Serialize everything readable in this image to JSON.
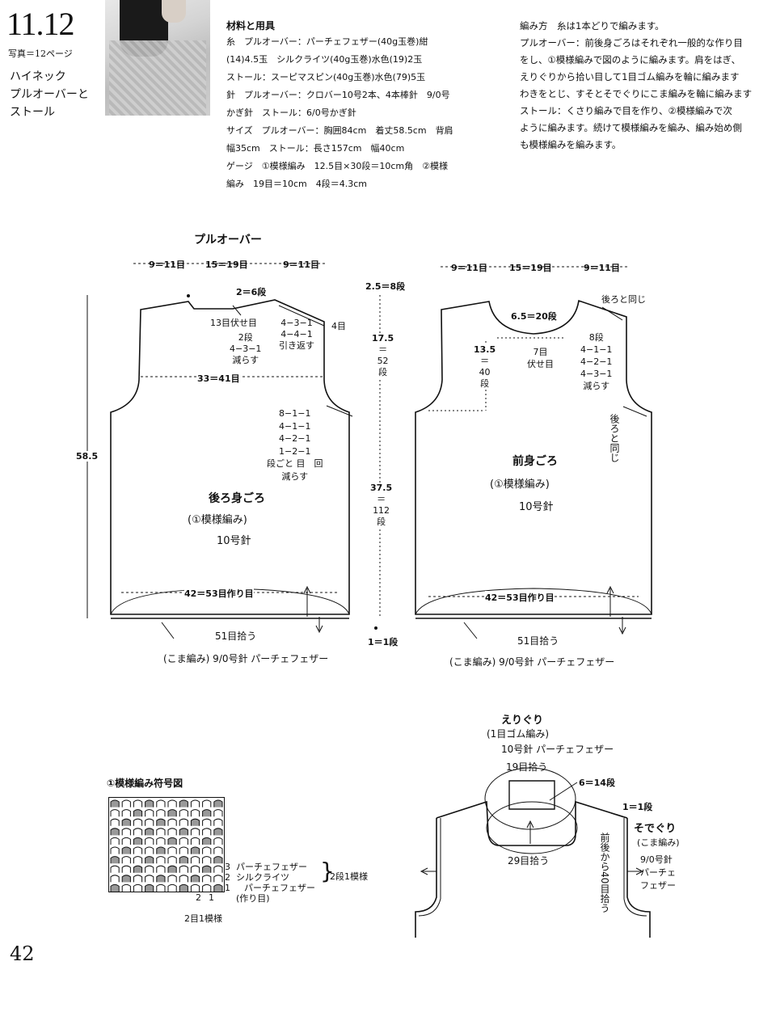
{
  "header": {
    "number": "11.12",
    "photo_ref": "写真＝12ページ",
    "title_lines": [
      "ハイネック",
      "プルオーバーと",
      "ストール"
    ]
  },
  "materials": {
    "heading": "材料と用具",
    "lines": [
      "糸　プルオーバー：パーチェフェザー(40g玉巻)紺",
      "(14)4.5玉　シルクライツ(40g玉巻)水色(19)2玉",
      "ストール：スーピマスピン(40g玉巻)水色(79)5玉",
      "針　プルオーバー：クロバー10号2本、4本棒針　9/0号",
      "かぎ針　ストール：6/0号かぎ針",
      "サイズ　プルオーバー：胸囲84cm　着丈58.5cm　背肩",
      "幅35cm　ストール：長さ157cm　幅40cm",
      "ゲージ　①模様編み　12.5目×30段＝10cm角　②模様",
      "編み　19目＝10cm　4段＝4.3cm"
    ]
  },
  "method": {
    "lines": [
      "編み方　糸は1本どりで編みます。",
      "プルオーバー：前後身ごろはそれぞれ一般的な作り目",
      "をし、①模様編みで図のように編みます。肩をはぎ、",
      "えりぐりから拾い目して1目ゴム編みを輪に編みます",
      "わきをとじ、すそとそでぐりにこま編みを輪に編みます",
      "ストール：くさり編みで目を作り、②模様編みで次",
      "ように編みます。続けて模様編みを編み、編み始め側",
      "も模様編みを編みます。"
    ]
  },
  "diagram_title": "プルオーバー",
  "back": {
    "top_dims": [
      "9＝11目",
      "15＝19目",
      "9＝11目"
    ],
    "neck_depth": "2＝6段",
    "bind_off": "13目伏せ目",
    "dec_left": [
      "2段",
      "4−3−1",
      "減らす"
    ],
    "shoulder": [
      "4−3−1",
      "4−4−1",
      "引き返す"
    ],
    "shoulder_rows": "4目",
    "width": "33＝41目",
    "armhole": [
      "8−1−1",
      "4−1−1",
      "4−2−1",
      "1−2−1",
      "段ごと 目　回",
      "減らす"
    ],
    "name": "後ろ身ごろ",
    "pattern": "(①模様編み)",
    "needle": "10号針",
    "cast_on": "42＝53目作り目",
    "height": "58.5",
    "pickup": "51目拾う",
    "edging": "(こま編み) 9/0号針 パーチェフェザー"
  },
  "center": {
    "top": "2.5＝8段",
    "upper": [
      "17.5",
      "＝",
      "52",
      "段"
    ],
    "lower": [
      "37.5",
      "＝",
      "112",
      "段"
    ],
    "bottom": "1＝1段"
  },
  "front": {
    "top_dims": [
      "9＝11目",
      "15＝19目",
      "9＝11目"
    ],
    "same_as_back": "後ろと同じ",
    "neck_depth": "6.5＝20段",
    "neck_height": [
      "13.5",
      "＝",
      "40",
      "段"
    ],
    "bind_off": [
      "7目",
      "伏せ目"
    ],
    "dec": [
      "8段",
      "4−1−1",
      "4−2−1",
      "4−3−1",
      "減らす"
    ],
    "same_vert": "後ろと同じ",
    "name": "前身ごろ",
    "pattern": "(①模様編み)",
    "needle": "10号針",
    "cast_on": "42＝53目作り目",
    "pickup": "51目拾う",
    "edging": "(こま編み) 9/0号針 パーチェフェザー"
  },
  "chart_legend": {
    "title": "①模様編み符号図",
    "row3": "パーチェフェザー",
    "row2": "シルクライツ",
    "row1": "パーチェフェザー",
    "cast": "(作り目)",
    "repeat_rows": "2段1模様",
    "repeat_sts": "2目1模様",
    "nums": [
      "3",
      "2",
      "1"
    ],
    "col_nums": [
      "2",
      "1"
    ]
  },
  "neckband": {
    "title": "えりぐり",
    "stitch": "(1目ゴム編み)",
    "needle": "10号針 パーチェフェザー",
    "back_pick": "19目拾う",
    "rows": "6＝14段",
    "front_pick": "29目拾う",
    "arm_rows": "1＝1段",
    "arm_title": "そでぐり",
    "arm_stitch": "(こま編み)",
    "arm_pick": "前後から40目拾う",
    "arm_needle": [
      "9/0号針",
      "パーチェ",
      "フェザー"
    ]
  },
  "page_number": "42"
}
